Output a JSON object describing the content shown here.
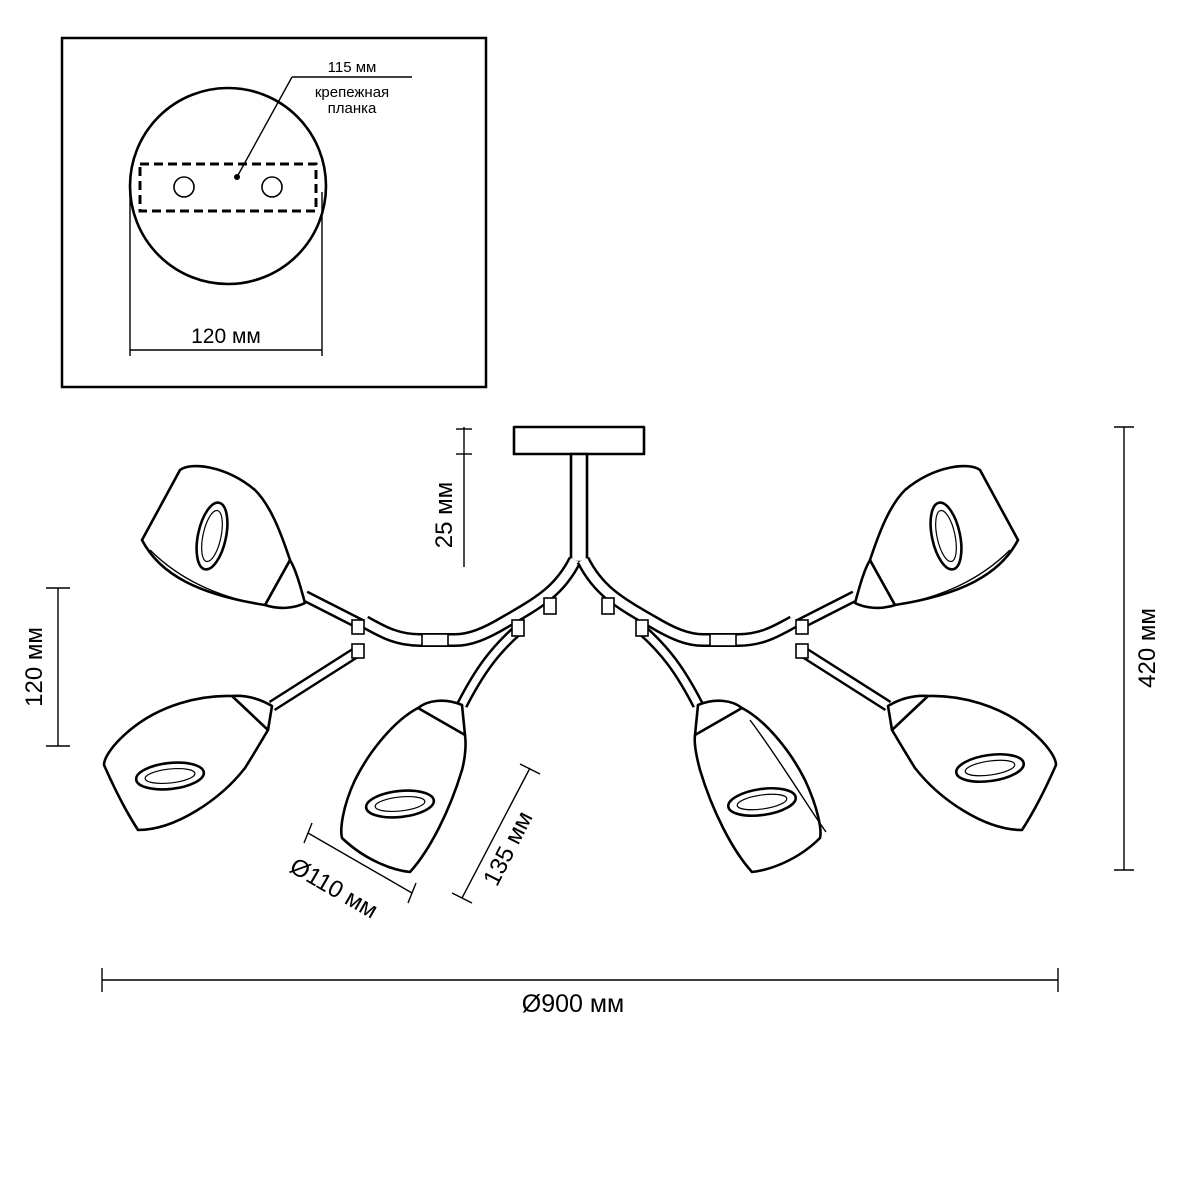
{
  "mounting_plate": {
    "plate_label": "крепежная планка",
    "plate_size": "115 мм",
    "base_diameter": "120 мм"
  },
  "dimensions": {
    "stem_height": "25 мм",
    "total_height": "420 мм",
    "shade_height": "120 мм",
    "shade_length": "135 мм",
    "shade_diameter": "Ø110 мм",
    "overall_diameter": "Ø900 мм"
  }
}
